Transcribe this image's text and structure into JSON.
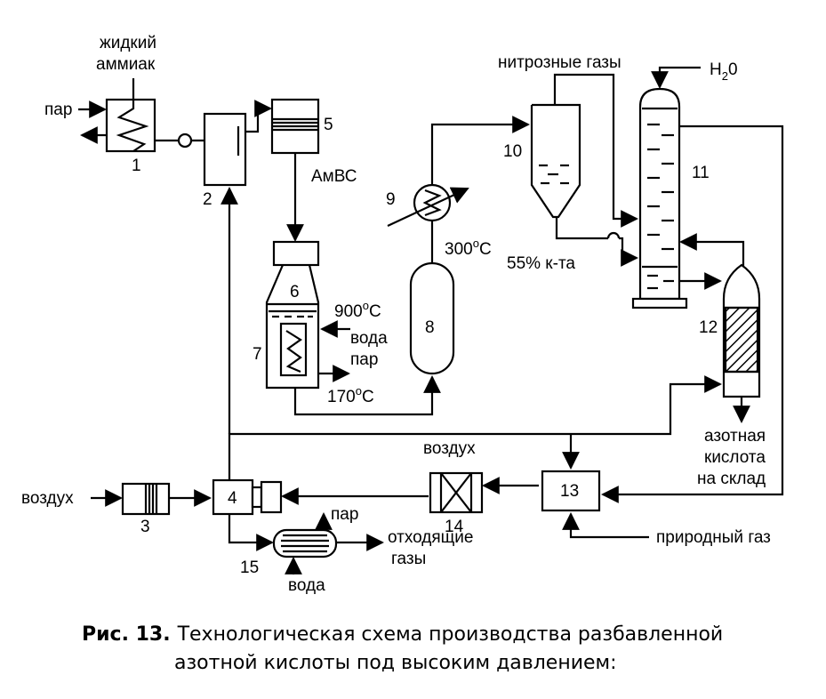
{
  "caption": {
    "prefix": "Рис. 13.",
    "line1": "Технологическая схема производства разбавленной",
    "line2": "азотной кислоты под высоким давлением:"
  },
  "labels": {
    "liquid_ammonia_1": "жидкий",
    "liquid_ammonia_2": "аммиак",
    "steam_in_1": "пар",
    "amvs": "АмВС",
    "temp_900": "900",
    "water_7": "вода",
    "steam_7": "пар",
    "temp_170": "170",
    "temp_300": "300",
    "nitrous_gases": "нитрозные газы",
    "h2o": "H",
    "h2o_sub": "2",
    "h2o_tail": "0",
    "acid_55": "55% к-та",
    "nitric_acid_1": "азотная",
    "nitric_acid_2": "кислота",
    "nitric_acid_3": "на склад",
    "air_left": "воздух",
    "air_top": "воздух",
    "steam_15": "пар",
    "exhaust_1": "отходящие",
    "exhaust_2": "газы",
    "water_15": "вода",
    "natural_gas": "природный газ",
    "deg_c": "C",
    "deg_o": "o"
  },
  "equipment": {
    "n1": "1",
    "n2": "2",
    "n3": "3",
    "n4": "4",
    "n5": "5",
    "n6": "6",
    "n7": "7",
    "n8": "8",
    "n9": "9",
    "n10": "10",
    "n11": "11",
    "n12": "12",
    "n13": "13",
    "n14": "14",
    "n15": "15"
  }
}
